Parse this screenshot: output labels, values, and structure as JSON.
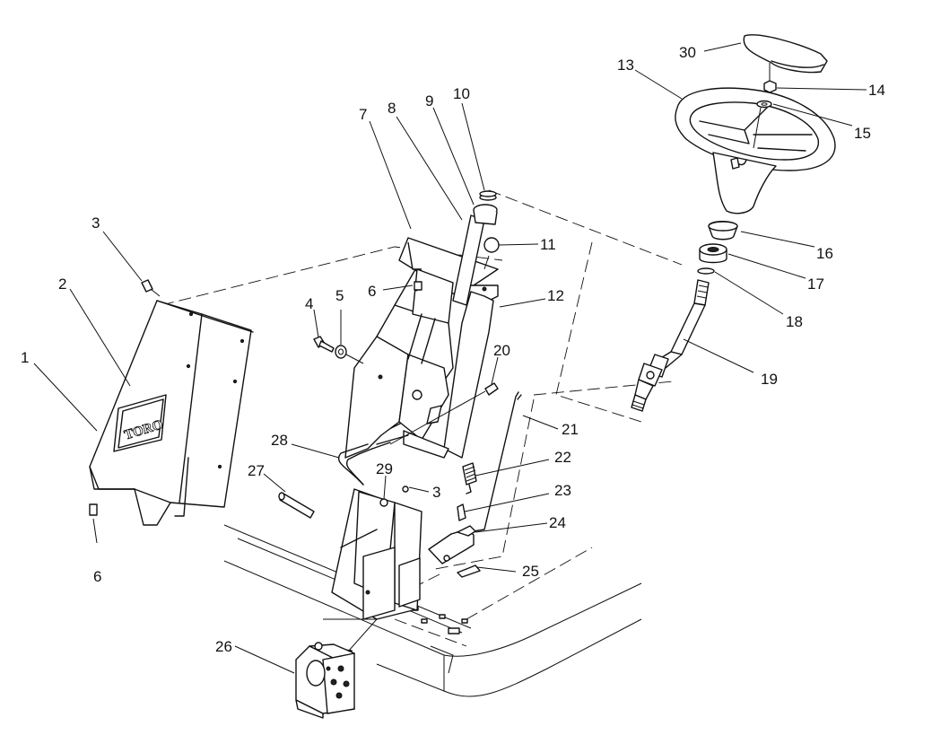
{
  "labels": [
    {
      "id": "1",
      "text": "1"
    },
    {
      "id": "2",
      "text": "2"
    },
    {
      "id": "3a",
      "text": "3"
    },
    {
      "id": "3b",
      "text": "3"
    },
    {
      "id": "4",
      "text": "4"
    },
    {
      "id": "5",
      "text": "5"
    },
    {
      "id": "6a",
      "text": "6"
    },
    {
      "id": "6b",
      "text": "6"
    },
    {
      "id": "7",
      "text": "7"
    },
    {
      "id": "8",
      "text": "8"
    },
    {
      "id": "9",
      "text": "9"
    },
    {
      "id": "10",
      "text": "10"
    },
    {
      "id": "11",
      "text": "11"
    },
    {
      "id": "12",
      "text": "12"
    },
    {
      "id": "13",
      "text": "13"
    },
    {
      "id": "14",
      "text": "14"
    },
    {
      "id": "15",
      "text": "15"
    },
    {
      "id": "16",
      "text": "16"
    },
    {
      "id": "17",
      "text": "17"
    },
    {
      "id": "18",
      "text": "18"
    },
    {
      "id": "19",
      "text": "19"
    },
    {
      "id": "20",
      "text": "20"
    },
    {
      "id": "21",
      "text": "21"
    },
    {
      "id": "22",
      "text": "22"
    },
    {
      "id": "23",
      "text": "23"
    },
    {
      "id": "24",
      "text": "24"
    },
    {
      "id": "25",
      "text": "25"
    },
    {
      "id": "26",
      "text": "26"
    },
    {
      "id": "27",
      "text": "27"
    },
    {
      "id": "28",
      "text": "28"
    },
    {
      "id": "29",
      "text": "29"
    },
    {
      "id": "30",
      "text": "30"
    }
  ],
  "logo_text": "TORO"
}
